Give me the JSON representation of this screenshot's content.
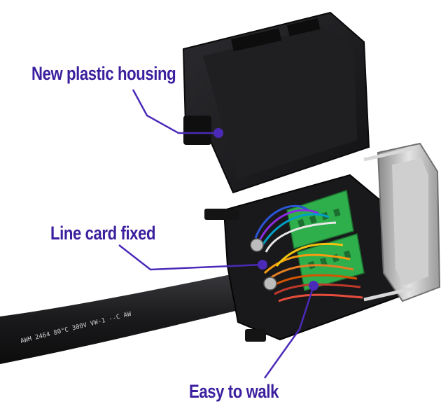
{
  "callouts": {
    "housing": "New plastic housing",
    "line_card": "Line card fixed",
    "easy_walk": "Easy to walk"
  },
  "cable_print": "AWH 2464 80°C 300V VW-1 --C AW",
  "colors": {
    "callout_text": "#3b1f9e",
    "callout_line": "#4b2ab8",
    "housing": "#1c1c1e",
    "terminal_green": "#2fae4c",
    "connector_metal": "#b8b8b8"
  }
}
